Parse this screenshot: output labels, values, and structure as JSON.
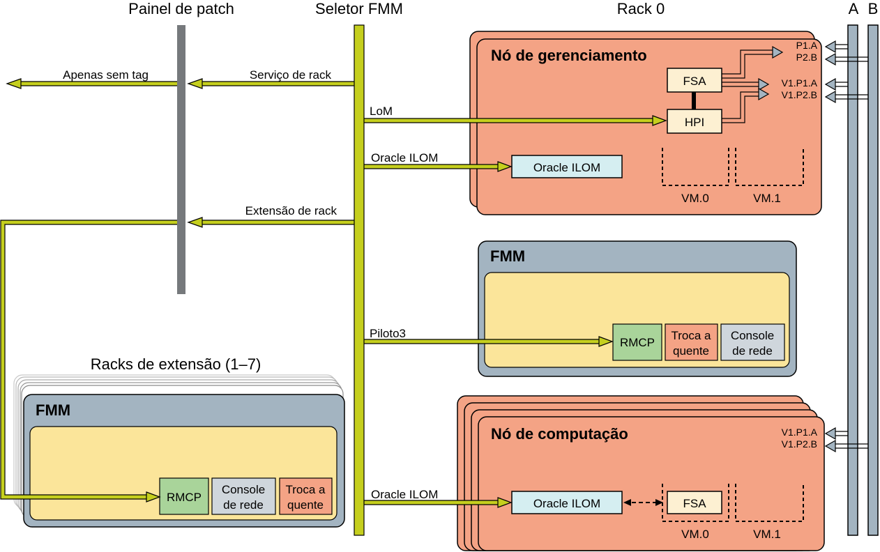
{
  "headers": {
    "patch_panel": "Painel de patch",
    "fmm_switch": "Seletor FMM",
    "rack0": "Rack 0",
    "a": "A",
    "b": "B"
  },
  "links": {
    "untagged": "Apenas sem tag",
    "rack_service": "Serviço de rack",
    "lom": "LoM",
    "oracle_ilom_top": "Oracle ILOM",
    "rack_extension": "Extensão de rack",
    "pilot3": "Piloto3",
    "oracle_ilom_bottom": "Oracle ILOM"
  },
  "mgmt_node": {
    "title": "Nó de gerenciamento",
    "fsa": "FSA",
    "hpi": "HPI",
    "ilom": "Oracle ILOM",
    "ports": [
      "P1.A",
      "P2.B",
      "V1.P1.A",
      "V1.P2.B"
    ],
    "vm0": "VM.0",
    "vm1": "VM.1"
  },
  "fmm_center": {
    "title": "FMM",
    "rmcp": "RMCP",
    "hotswap_line1": "Troca a",
    "hotswap_line2": "quente",
    "console_line1": "Console",
    "console_line2": "de rede"
  },
  "ext_racks": {
    "caption": "Racks de extensão (1–7)",
    "title": "FMM",
    "rmcp": "RMCP",
    "console_line1": "Console",
    "console_line2": "de rede",
    "hotswap_line1": "Troca a",
    "hotswap_line2": "quente"
  },
  "compute_node": {
    "title": "Nó de computação",
    "ports": [
      "V1.P1.A",
      "V1.P2.B"
    ],
    "ilom": "Oracle ILOM",
    "fsa": "FSA",
    "vm0": "VM.0",
    "vm1": "VM.1"
  },
  "colors": {
    "salmon": "#f4a385",
    "grey_blue": "#a3b4c1",
    "yellow_panel": "#fbe59a",
    "bus_yellow": "#c5cf1e",
    "patch_grey": "#76797c",
    "ilom_cyan": "#d5eef1",
    "rmcp_green": "#a9d49a",
    "console_grey": "#cfd6dc",
    "fsa_cream": "#fdf0d2"
  }
}
